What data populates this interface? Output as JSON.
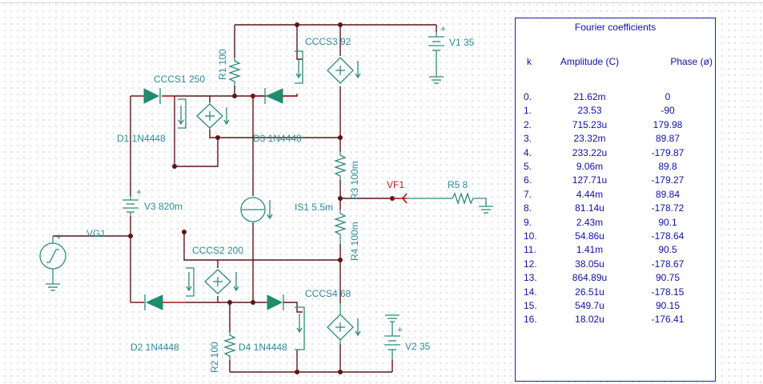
{
  "schematic": {
    "components": [
      {
        "id": "V1",
        "label": "V1 35"
      },
      {
        "id": "V2",
        "label": "V2 35"
      },
      {
        "id": "V3",
        "label": "V3 820m"
      },
      {
        "id": "VG1",
        "label": "VG1"
      },
      {
        "id": "CCCS1",
        "label": "CCCS1 250"
      },
      {
        "id": "CCCS2",
        "label": "CCCS2 200"
      },
      {
        "id": "CCCS3",
        "label": "CCCS3 92"
      },
      {
        "id": "CCCS4",
        "label": "CCCS4 68"
      },
      {
        "id": "R1",
        "label": "R1 100"
      },
      {
        "id": "R2",
        "label": "R2 100"
      },
      {
        "id": "R3",
        "label": "R3 100m"
      },
      {
        "id": "R4",
        "label": "R4 100m"
      },
      {
        "id": "R5",
        "label": "R5 8"
      },
      {
        "id": "D1",
        "label": "D1 1N4448"
      },
      {
        "id": "D2",
        "label": "D2 1N4448"
      },
      {
        "id": "D3",
        "label": "D3 1N4448"
      },
      {
        "id": "D4",
        "label": "D4 1N4448"
      },
      {
        "id": "IS1",
        "label": "IS1 5.5m"
      },
      {
        "id": "VF1",
        "label": "VF1"
      }
    ]
  },
  "fourier": {
    "title": "Fourier coefficients",
    "headers": {
      "k": "k",
      "amplitude": "Amplitude (C)",
      "phase": "Phase (ø)"
    },
    "rows": [
      {
        "k": "0.",
        "amplitude": "21.62m",
        "phase": "0"
      },
      {
        "k": "1.",
        "amplitude": "23.53",
        "phase": "-90"
      },
      {
        "k": "2.",
        "amplitude": "715.23u",
        "phase": "179.98"
      },
      {
        "k": "3.",
        "amplitude": "23.32m",
        "phase": "89.87"
      },
      {
        "k": "4.",
        "amplitude": "233.22u",
        "phase": "-179.87"
      },
      {
        "k": "5.",
        "amplitude": "9.06m",
        "phase": "89.8"
      },
      {
        "k": "6.",
        "amplitude": "127.71u",
        "phase": "-179.27"
      },
      {
        "k": "7.",
        "amplitude": "4.44m",
        "phase": "89.84"
      },
      {
        "k": "8.",
        "amplitude": "81.14u",
        "phase": "-178.72"
      },
      {
        "k": "9.",
        "amplitude": "2.43m",
        "phase": "90.1"
      },
      {
        "k": "10.",
        "amplitude": "54.86u",
        "phase": "-178.64"
      },
      {
        "k": "11.",
        "amplitude": "1.41m",
        "phase": "90.5"
      },
      {
        "k": "12.",
        "amplitude": "38.05u",
        "phase": "-178.67"
      },
      {
        "k": "13.",
        "amplitude": "864.89u",
        "phase": "90.75"
      },
      {
        "k": "14.",
        "amplitude": "26.51u",
        "phase": "-178.15"
      },
      {
        "k": "15.",
        "amplitude": "549.7u",
        "phase": "90.15"
      },
      {
        "k": "16.",
        "amplitude": "18.02u",
        "phase": "-176.41"
      }
    ]
  }
}
